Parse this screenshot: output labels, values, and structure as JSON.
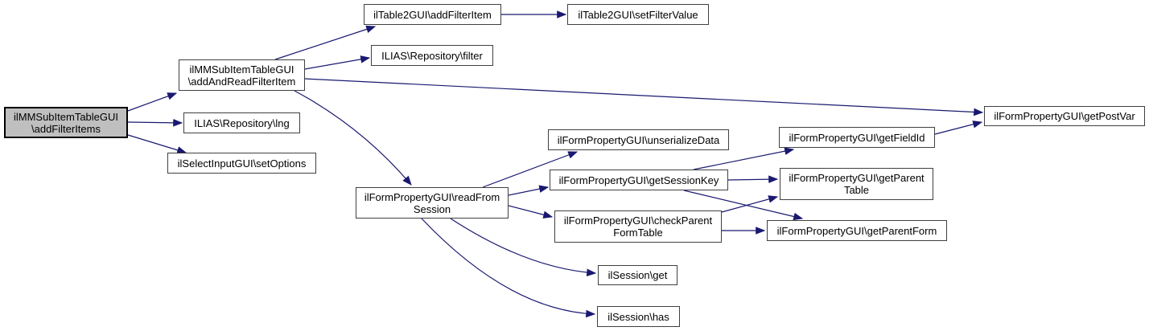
{
  "diagram": {
    "type": "call-graph",
    "colors": {
      "background": "#ffffff",
      "edge": "#191970",
      "node_border": "#404040",
      "node_fill": "#ffffff",
      "highlight_fill": "#bfbfbf",
      "text": "#000000"
    },
    "nodes": [
      {
        "id": "addFilterItems",
        "lines": [
          "ilMMSubItemTableGUI",
          "\\addFilterItems"
        ],
        "highlight": true
      },
      {
        "id": "addAndReadFilterItem",
        "lines": [
          "ilMMSubItemTableGUI",
          "\\addAndReadFilterItem"
        ],
        "highlight": false
      },
      {
        "id": "addFilterItem",
        "lines": [
          "ilTable2GUI\\addFilterItem"
        ],
        "highlight": false
      },
      {
        "id": "setFilterValue",
        "lines": [
          "ilTable2GUI\\setFilterValue"
        ],
        "highlight": false
      },
      {
        "id": "repositoryFilter",
        "lines": [
          "ILIAS\\Repository\\filter"
        ],
        "highlight": false
      },
      {
        "id": "repositoryLng",
        "lines": [
          "ILIAS\\Repository\\lng"
        ],
        "highlight": false
      },
      {
        "id": "setOptions",
        "lines": [
          "ilSelectInputGUI\\setOptions"
        ],
        "highlight": false
      },
      {
        "id": "readFromSession",
        "lines": [
          "ilFormPropertyGUI\\readFrom",
          "Session"
        ],
        "highlight": false
      },
      {
        "id": "unserializeData",
        "lines": [
          "ilFormPropertyGUI\\unserializeData"
        ],
        "highlight": false
      },
      {
        "id": "getSessionKey",
        "lines": [
          "ilFormPropertyGUI\\getSessionKey"
        ],
        "highlight": false
      },
      {
        "id": "checkParentFormTable",
        "lines": [
          "ilFormPropertyGUI\\checkParent",
          "FormTable"
        ],
        "highlight": false
      },
      {
        "id": "sessionGet",
        "lines": [
          "ilSession\\get"
        ],
        "highlight": false
      },
      {
        "id": "sessionHas",
        "lines": [
          "ilSession\\has"
        ],
        "highlight": false
      },
      {
        "id": "getFieldId",
        "lines": [
          "ilFormPropertyGUI\\getFieldId"
        ],
        "highlight": false
      },
      {
        "id": "getParentTable",
        "lines": [
          "ilFormPropertyGUI\\getParent",
          "Table"
        ],
        "highlight": false
      },
      {
        "id": "getParentForm",
        "lines": [
          "ilFormPropertyGUI\\getParentForm"
        ],
        "highlight": false
      },
      {
        "id": "getPostVar",
        "lines": [
          "ilFormPropertyGUI\\getPostVar"
        ],
        "highlight": false
      }
    ],
    "edges": [
      {
        "from": "addFilterItems",
        "to": "addAndReadFilterItem"
      },
      {
        "from": "addFilterItems",
        "to": "repositoryLng"
      },
      {
        "from": "addFilterItems",
        "to": "setOptions"
      },
      {
        "from": "addAndReadFilterItem",
        "to": "addFilterItem"
      },
      {
        "from": "addFilterItem",
        "to": "setFilterValue"
      },
      {
        "from": "addAndReadFilterItem",
        "to": "repositoryFilter"
      },
      {
        "from": "addAndReadFilterItem",
        "to": "getPostVar"
      },
      {
        "from": "addAndReadFilterItem",
        "to": "readFromSession"
      },
      {
        "from": "readFromSession",
        "to": "unserializeData"
      },
      {
        "from": "readFromSession",
        "to": "getSessionKey"
      },
      {
        "from": "readFromSession",
        "to": "checkParentFormTable"
      },
      {
        "from": "readFromSession",
        "to": "sessionGet"
      },
      {
        "from": "readFromSession",
        "to": "sessionHas"
      },
      {
        "from": "getSessionKey",
        "to": "getFieldId"
      },
      {
        "from": "getSessionKey",
        "to": "getParentTable"
      },
      {
        "from": "getSessionKey",
        "to": "getParentForm"
      },
      {
        "from": "checkParentFormTable",
        "to": "getParentTable"
      },
      {
        "from": "checkParentFormTable",
        "to": "getParentForm"
      },
      {
        "from": "getFieldId",
        "to": "getPostVar"
      }
    ]
  }
}
